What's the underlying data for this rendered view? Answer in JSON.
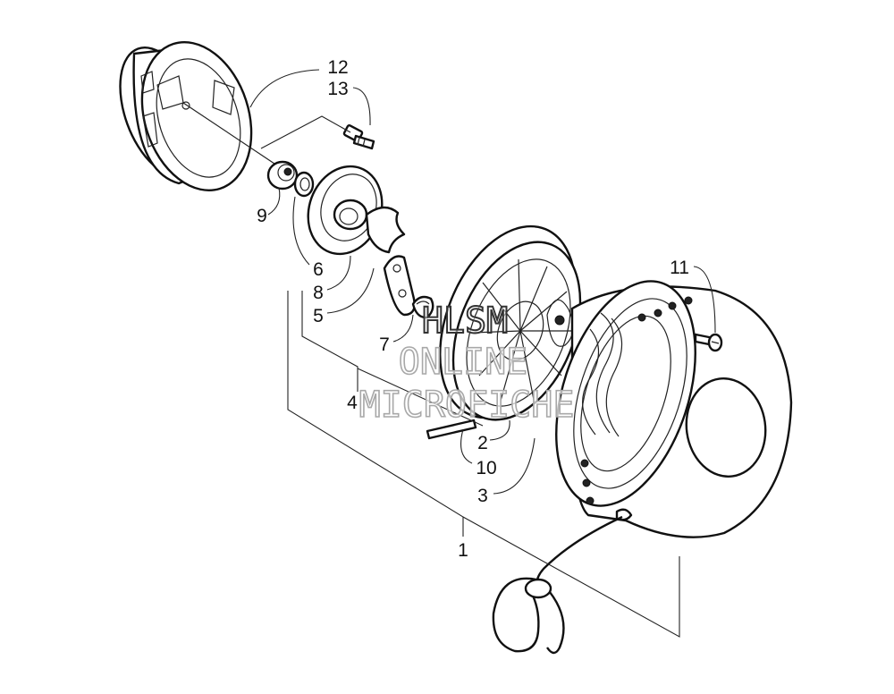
{
  "callouts": {
    "c1": "1",
    "c2": "2",
    "c3": "3",
    "c4": "4",
    "c5": "5",
    "c6": "6",
    "c7": "7",
    "c8": "8",
    "c9": "9",
    "c10": "10",
    "c11": "11",
    "c12": "12",
    "c13": "13"
  },
  "watermark": {
    "line1": "HLSM",
    "line2": "ONLINE",
    "line3": "MICROFICHE"
  }
}
